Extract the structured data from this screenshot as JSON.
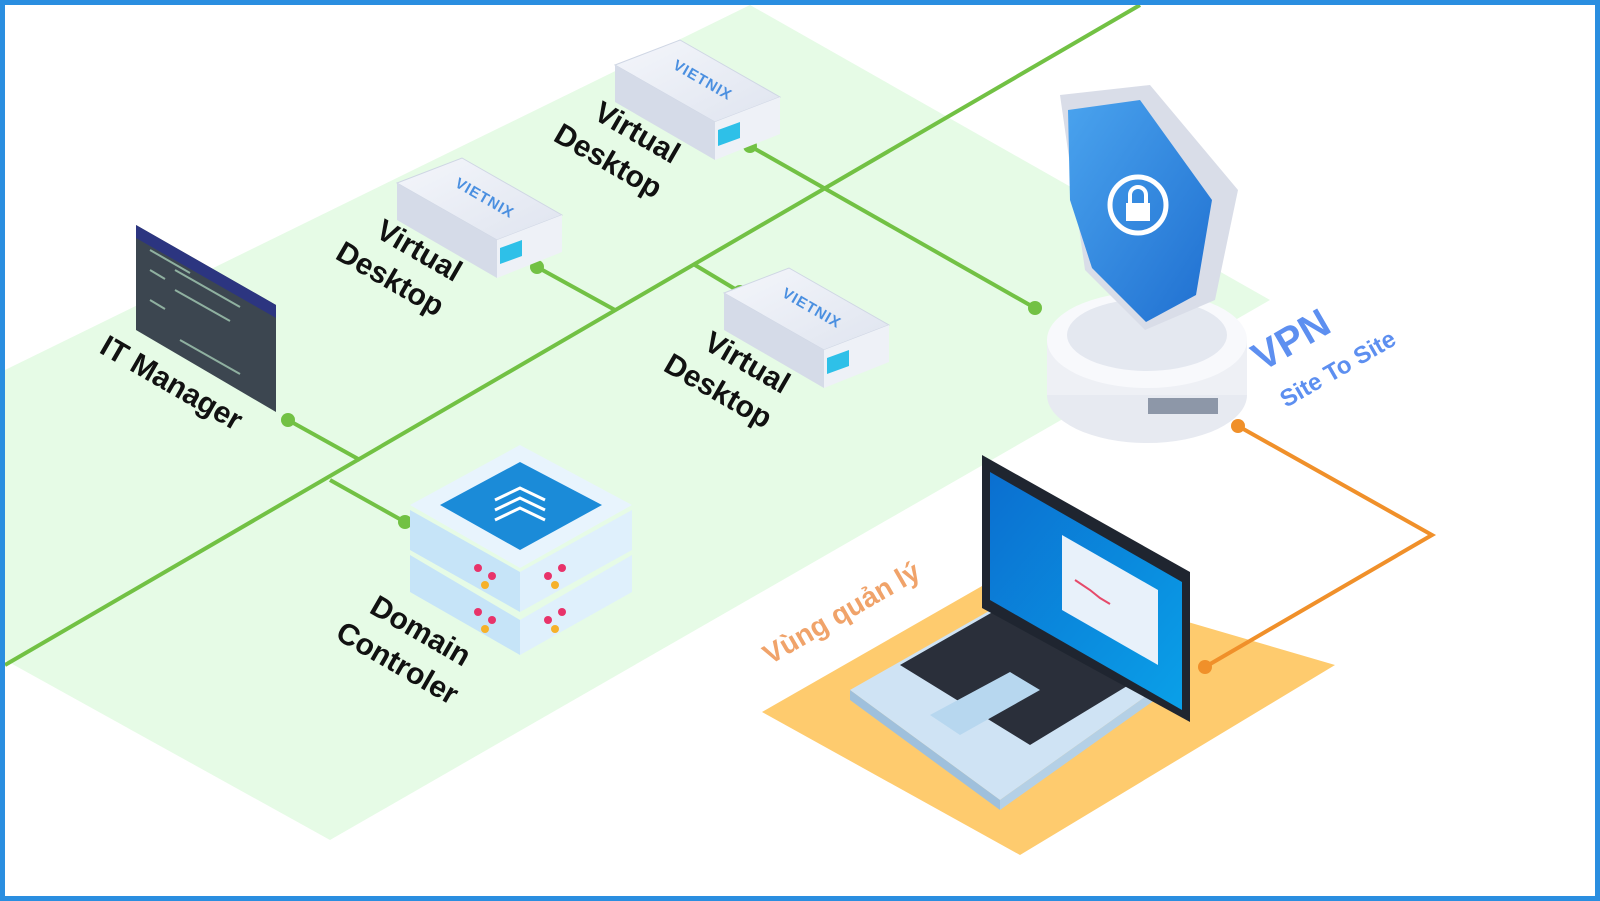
{
  "diagram": {
    "nodes": {
      "virtual_desktop_1": {
        "line1": "Virtual",
        "line2": "Desktop",
        "logo": "VIETNIX"
      },
      "virtual_desktop_2": {
        "line1": "Virtual",
        "line2": "Desktop",
        "logo": "VIETNIX"
      },
      "virtual_desktop_3": {
        "line1": "Virtual",
        "line2": "Desktop",
        "logo": "VIETNIX"
      },
      "it_manager": {
        "label": "IT Manager"
      },
      "domain_controller": {
        "line1": "Domain",
        "line2": "Controler"
      },
      "vpn": {
        "title": "VPN",
        "subtitle": "Site To Site",
        "icon": "shield-lock-icon"
      },
      "management_zone": {
        "label": "Vùng quản lý",
        "icon": "laptop-icon"
      }
    },
    "colors": {
      "frame": "#2a8ee0",
      "network_zone": "#e6fbe6",
      "network_line": "#72c144",
      "management_line": "#f0902a",
      "management_zone": "#fecb6e",
      "vpn_text": "#5d8ff0",
      "zone_text": "#f0a36a"
    }
  }
}
